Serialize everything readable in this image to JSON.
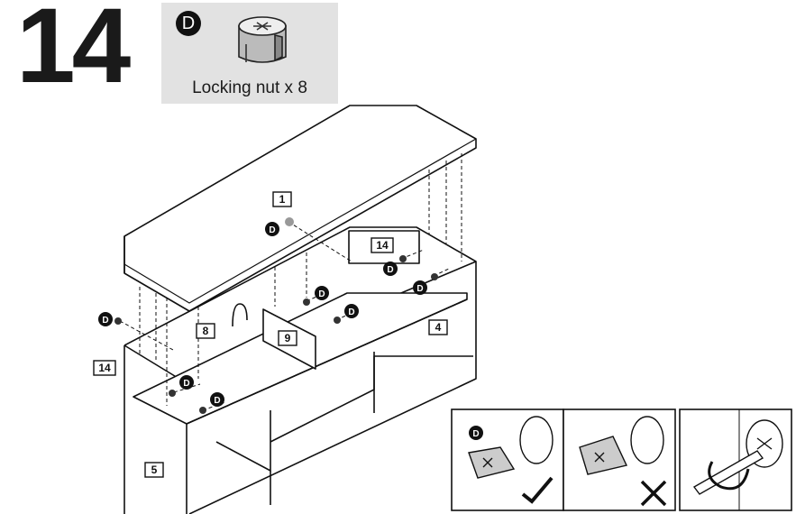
{
  "step": {
    "number": "14"
  },
  "part": {
    "letter": "D",
    "caption": "Locking nut x 8"
  },
  "panel_labels": [
    "1",
    "14",
    "8",
    "9",
    "4",
    "14",
    "5"
  ],
  "hardware_letter": "D",
  "detail_panels": [
    {
      "letter": "D",
      "verdict": "correct"
    },
    {
      "letter": "",
      "verdict": "incorrect"
    },
    {
      "letter": "",
      "verdict": "turn"
    }
  ]
}
